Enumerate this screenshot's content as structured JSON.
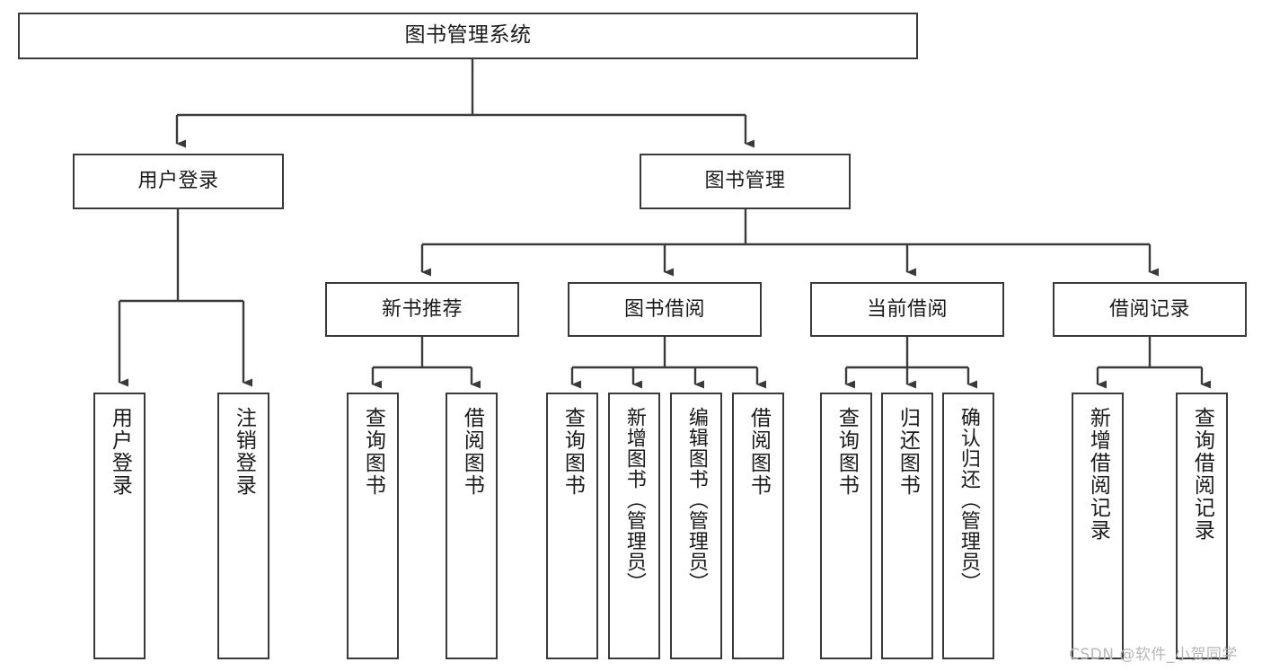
{
  "diagram": {
    "title": "图书管理系统",
    "type": "tree-hierarchy-diagram",
    "colors": {
      "box_border": "#3a3a3a",
      "box_fill": "#ffffff",
      "line": "#3a3a3a",
      "text": "#1a1a1a",
      "watermark": "#b7b7b7",
      "background": "#ffffff"
    }
  },
  "nodes": {
    "root": {
      "label": "图书管理系统"
    },
    "level2": [
      {
        "label": "用户登录"
      },
      {
        "label": "图书管理"
      }
    ],
    "level3": [
      {
        "label": "新书推荐"
      },
      {
        "label": "图书借阅"
      },
      {
        "label": "当前借阅"
      },
      {
        "label": "借阅记录"
      }
    ],
    "leaves": {
      "user_login": [
        {
          "label": "用户登录"
        },
        {
          "label": "注销登录"
        }
      ],
      "new_book_recommend": [
        {
          "label": "查询图书"
        },
        {
          "label": "借阅图书"
        }
      ],
      "book_borrow": [
        {
          "label": "查询图书"
        },
        {
          "label": "新增图书（管理员）"
        },
        {
          "label": "编辑图书（管理员）"
        },
        {
          "label": "借阅图书"
        }
      ],
      "current_borrow": [
        {
          "label": "查询图书"
        },
        {
          "label": "归还图书"
        },
        {
          "label": "确认归还（管理员）"
        }
      ],
      "borrow_record": [
        {
          "label": "新增借阅记录"
        },
        {
          "label": "查询借阅记录"
        }
      ]
    }
  },
  "watermark": {
    "text": "CSDN @软件_小贺同学"
  }
}
